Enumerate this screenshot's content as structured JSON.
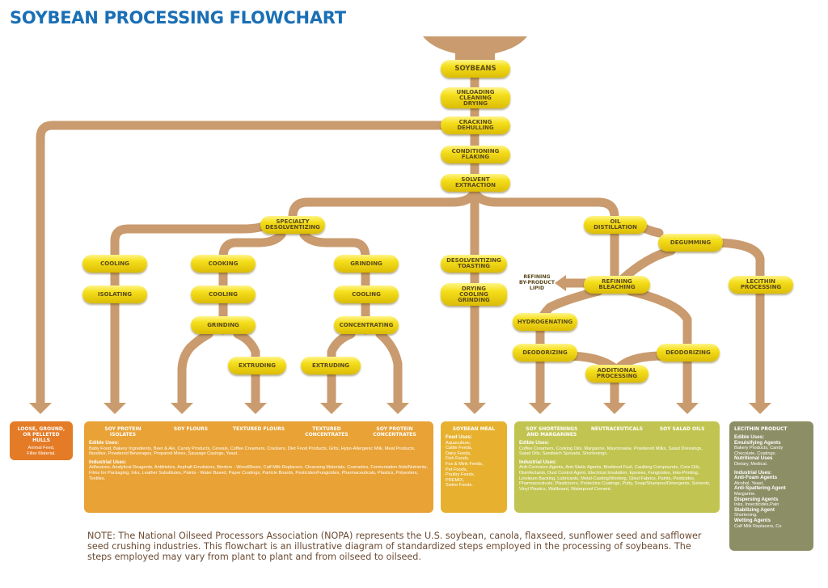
{
  "title": "SOYBEAN PROCESSING FLOWCHART",
  "steps": {
    "soybeans": "SOYBEANS",
    "unloading": "UNLOADING\nCLEANING\nDRYING",
    "cracking": "CRACKING\nDEHULLING",
    "conditioning": "CONDITIONING\nFLAKING",
    "solvent": "SOLVENT\nEXTRACTION",
    "specialty": "SPECIALTY\nDESOLVENTIZING",
    "cooling_a": "COOLING",
    "isolating": "ISOLATING",
    "cooking": "COOKING",
    "cooling_b": "COOLING",
    "grinding_b": "GRINDING",
    "extruding_b": "EXTRUDING",
    "grinding_c": "GRINDING",
    "cooling_c": "COOLING",
    "concentrating": "CONCENTRATING",
    "extruding_c": "EXTRUDING",
    "desolventizing": "DESOLVENTIZING\nTOASTING",
    "drying": "DRYING\nCOOLING\nGRINDING",
    "oil_distillation": "OIL\nDISTILLATION",
    "degumming": "DEGUMMING",
    "refining": "REFINING\nBLEACHING",
    "lecithin_processing": "LECITHIN\nPROCESSING",
    "hydrogenating": "HYDROGENATING",
    "deodorizing_l": "DEODORIZING",
    "deodorizing_r": "DEODORIZING",
    "additional": "ADDITIONAL\nPROCESSING"
  },
  "refining_byproduct": "REFINING\nBY-PRODUCT\nLIPID",
  "products": {
    "hulls": {
      "title": "LOOSE, GROUND,\nOR PELLETED HULLS",
      "text": "Animal Feed,\nFilter Material."
    },
    "protein": {
      "heads": [
        "SOY PROTEIN\nISOLATES",
        "SOY FLOURS",
        "TEXTURED FLOURS",
        "TEXTURED\nCONCENTRATES",
        "SOY PROTEIN\nCONCENTRATES"
      ],
      "edible_label": "Edible Uses:",
      "edible": "Baby Food, Bakery Ingredients, Beer & Ale, Candy Products, Cereals, Coffee Creamers, Crackers, Diet Food Products, Grits, Hypo-Allergenic Milk, Meat Products, Noodles, Powdered Beverages, Prepared Mixes, Sausage Casings, Yeast.",
      "industrial_label": "Industrial Uses:",
      "industrial": "Adhesives, Analytical Reagents, Antibiotics, Asphalt Emulsions, Binders - Wood/Resin, Calf Milk Replacers, Cleansing Materials, Cosmetics, Fermentation Aids/Nutrients, Films for Packaging, Inks, Leather Substitutes, Paints - Water Based, Paper Coatings, Particle Boards, Pesticides/Fungicides, Pharmaceuticals, Plastics, Polyesters, Textiles."
    },
    "meal": {
      "title": "SOYBEAN MEAL",
      "feed_label": "Feed Uses:",
      "feed": "Aquaculture,\nCattle Feeds,\nDairy Feeds,\nFish Foods,\nFox & Mink Feeds,\nPet Foods,\nPoultry Feeds,\nPREMIX,\nSwine Feeds."
    },
    "oils": {
      "heads": [
        "SOY SHORTENINGS\nAND MARGARINES",
        "NEUTRACEUTICALS",
        "SOY SALAD OILS"
      ],
      "edible_label": "Edible Uses:",
      "edible": "Coffee Creamers, Cooking Oils, Margarine, Mayonnaise, Powdered Milks, Salad Dressings, Salad Oils, Sandwich Spreads, Shortenings.",
      "industrial_label": "Industrial Uses:",
      "industrial": "Anti-Corrosion Agents, Anti-Static Agents, Biodiesel Fuel, Caulking Compounds, Core Oils, Disinfectants, Dust Control Agent, Electrical Insulation, Epoxies, Fungicides, Inks-Printing, Linoleum Backing, Lubricants, Metal-Casting/Working, Oiled Fabrics, Paints, Pesticides, Pharmaceuticals, Plasticizers, Protective Coatings, Putty, Soap/Shampoo/Detergents, Solvents, Vinyl Plastics, Wallboard, Waterproof Cement."
    },
    "lecithin": {
      "title": "LECITHIN PRODUCT",
      "edible_label": "Edible Uses:",
      "emulsifying_label": "Emulsifying Agents",
      "emulsifying": "Bakery Products, Candy\nChocolate, Coatings.",
      "nutritional_label": "Nutritional Uses",
      "nutritional": "Dietary, Medical.",
      "industrial_label": "Industrial Uses:",
      "antifoam_label": "Anti-Foam Agents",
      "antifoam": "Alcohol, Yeast.",
      "antispatter_label": "Anti-Spattering Agent",
      "antispatter": "Margarine.",
      "dispersing_label": "Dispersing Agents",
      "dispersing": "Inks, Insecticides,Pain",
      "stabilizing_label": "Stabilizing Agent",
      "stabilizing": "Shortening.",
      "wetting_label": "Wetting Agents",
      "wetting": "Calf Milk Replacers, Co"
    }
  },
  "note": "NOTE:  The National Oilseed Processors Association (NOPA) represents the U.S. soybean, canola, flaxseed, sunflower seed and safflower seed crushing industries.  This flowchart is an illustrative diagram of standardized steps employed in the processing of soybeans.  The steps employed may vary from plant to plant and from oilseed to oilseed.",
  "colors": {
    "pipe": "#c99b6e",
    "title": "#1a6fb5",
    "hulls_box": "#e47b26",
    "protein_box": "#e8a235",
    "meal_box": "#e7b12f",
    "oils_box": "#c1c450",
    "lecithin_box": "#8c8f66"
  }
}
